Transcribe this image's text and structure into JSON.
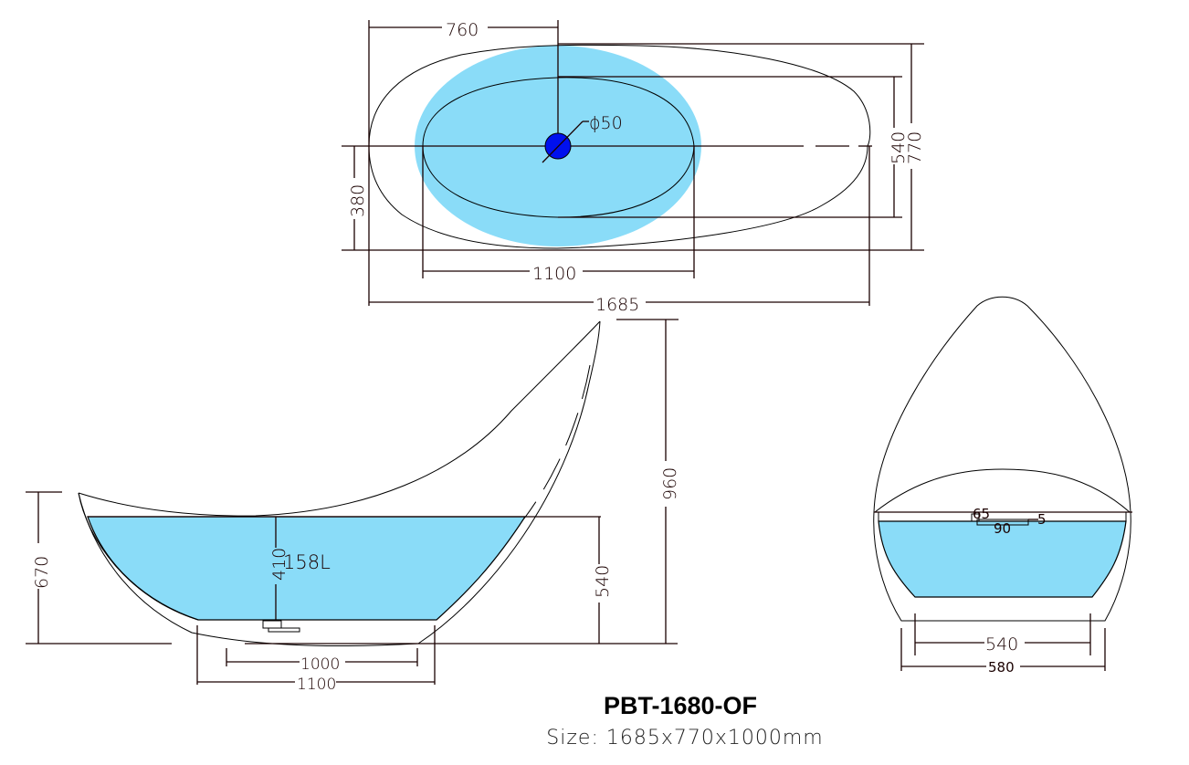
{
  "product": {
    "model": "PBT-1680-OF",
    "size_label": "Size: 1685x770x1000mm"
  },
  "colors": {
    "water": "#8adcf8",
    "drain": "#0010ee",
    "line": "#1a0000"
  },
  "top_view": {
    "dim_drain_offset": "760",
    "dim_drain_diameter": "ϕ50",
    "dim_inner_width": "540",
    "dim_outer_width": "770",
    "dim_half_width": "380",
    "dim_inner_length": "1100",
    "dim_overall_length": "1685"
  },
  "side_view": {
    "dim_rim_height": "670",
    "dim_overall_height": "960",
    "dim_water_depth": "410",
    "dim_inner_depth": "540",
    "capacity": "158L",
    "dim_base_inner": "1000",
    "dim_base_outer": "1100"
  },
  "end_view": {
    "dim_overflow_a": "65",
    "dim_overflow_b": "90",
    "dim_overflow_c": "5",
    "dim_base_inner": "540",
    "dim_base_outer": "580"
  }
}
